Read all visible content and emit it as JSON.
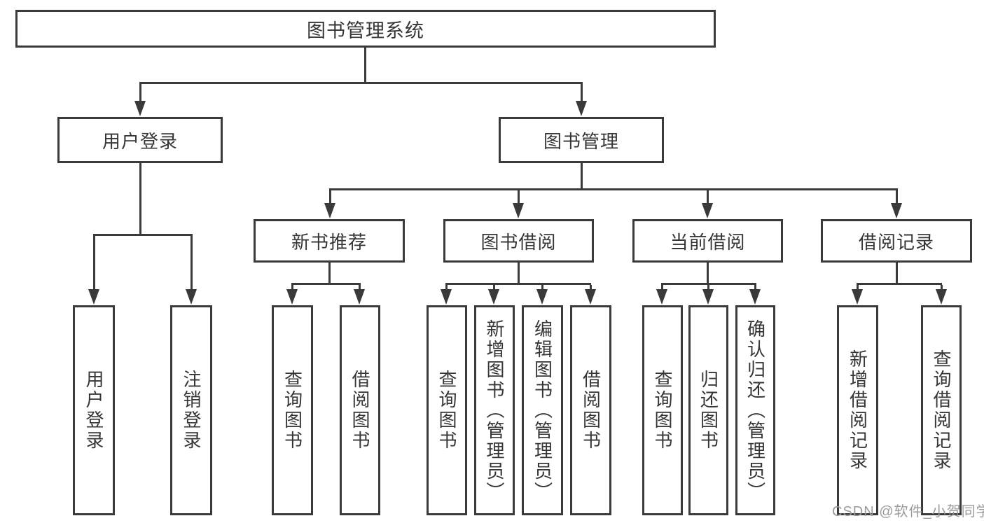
{
  "tree": {
    "root": "图书管理系统",
    "login": {
      "label": "用户登录",
      "children": [
        "用户登录",
        "注销登录"
      ]
    },
    "manage": {
      "label": "图书管理"
    },
    "recommend": {
      "label": "新书推荐",
      "children": [
        "查询图书",
        "借阅图书"
      ]
    },
    "borrow": {
      "label": "图书借阅",
      "children": [
        "查询图书",
        "新增图书（管理员）",
        "编辑图书（管理员）",
        "借阅图书"
      ]
    },
    "current": {
      "label": "当前借阅",
      "children": [
        "查询图书",
        "归还图书",
        "确认归还（管理员）"
      ]
    },
    "records": {
      "label": "借阅记录",
      "children": [
        "新增借阅记录",
        "查询借阅记录"
      ]
    }
  },
  "watermark": "CSDN @软件_小贺同学",
  "colors": {
    "line": "#3a3a3a",
    "text": "#363636",
    "watermark": "#9b9b9b",
    "background": "#ffffff"
  }
}
